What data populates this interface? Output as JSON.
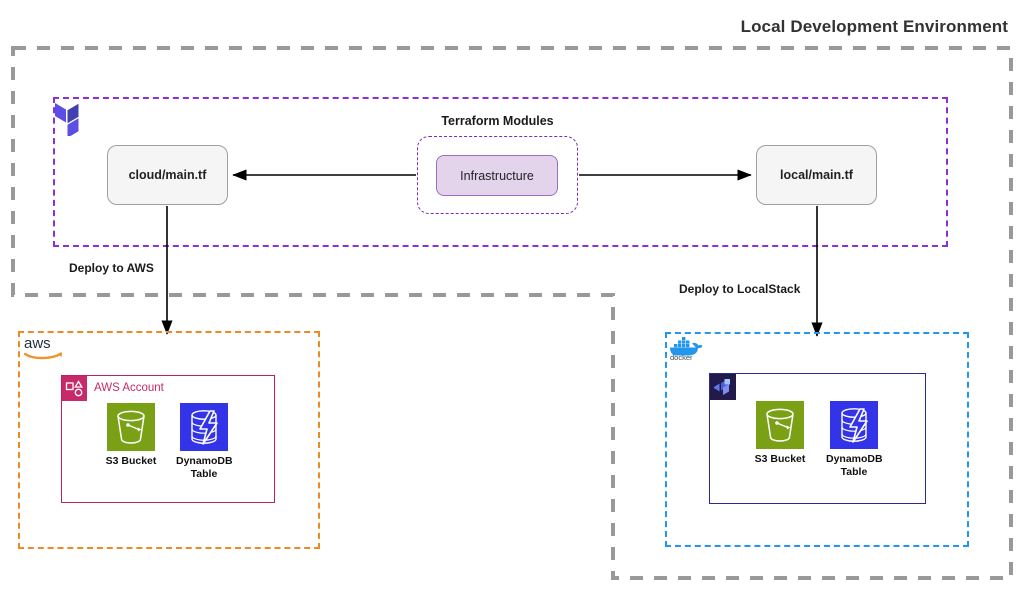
{
  "title": "Local Development Environment",
  "environment": {
    "name": "Local Development Environment",
    "boundary_style": "gray-dashed"
  },
  "terraform": {
    "container_label": "Terraform Modules",
    "logo_name": "terraform-logo",
    "modules": {
      "infrastructure": "Infrastructure",
      "cloud_main": "cloud/main.tf",
      "local_main": "local/main.tf"
    }
  },
  "edges": [
    {
      "id": "infra-to-cloud",
      "label": "",
      "direction": "left"
    },
    {
      "id": "infra-to-local",
      "label": "",
      "direction": "right"
    },
    {
      "id": "cloud-to-aws",
      "label": "Deploy to AWS",
      "direction": "down"
    },
    {
      "id": "local-to-localstack",
      "label": "Deploy to LocalStack",
      "direction": "down"
    }
  ],
  "labels": {
    "deploy_aws": "Deploy to AWS",
    "deploy_localstack": "Deploy to LocalStack"
  },
  "aws": {
    "cloud_logo": "aws-logo",
    "account_title": "AWS Account",
    "account_icon": "aws-account-icon",
    "services": [
      {
        "name": "S3 Bucket",
        "icon": "s3-bucket-icon",
        "color": "#7AA116"
      },
      {
        "name": "DynamoDB Table",
        "icon": "dynamodb-icon",
        "color": "#3334E8"
      }
    ]
  },
  "docker": {
    "logo": "docker-logo",
    "logo_text": "docker",
    "localstack_icon": "localstack-icon",
    "services": [
      {
        "name": "S3 Bucket",
        "icon": "s3-bucket-icon",
        "color": "#7AA116"
      },
      {
        "name": "DynamoDB Table",
        "icon": "dynamodb-icon",
        "color": "#3334E8"
      }
    ]
  },
  "service_labels": {
    "s3_line1": "S3 Bucket",
    "ddb_line1": "DynamoDB",
    "ddb_line2": "Table"
  },
  "colors": {
    "terraform_purple": "#8B2FD6",
    "infra_fill": "#E3D4EC",
    "aws_orange": "#ED8B23",
    "aws_account_crimson": "#C62A6B",
    "docker_blue": "#2196F3",
    "localstack_navy": "#2B2B8F",
    "s3_green": "#7AA116",
    "dynamodb_blue": "#3334E8",
    "boundary_gray": "#999999"
  }
}
